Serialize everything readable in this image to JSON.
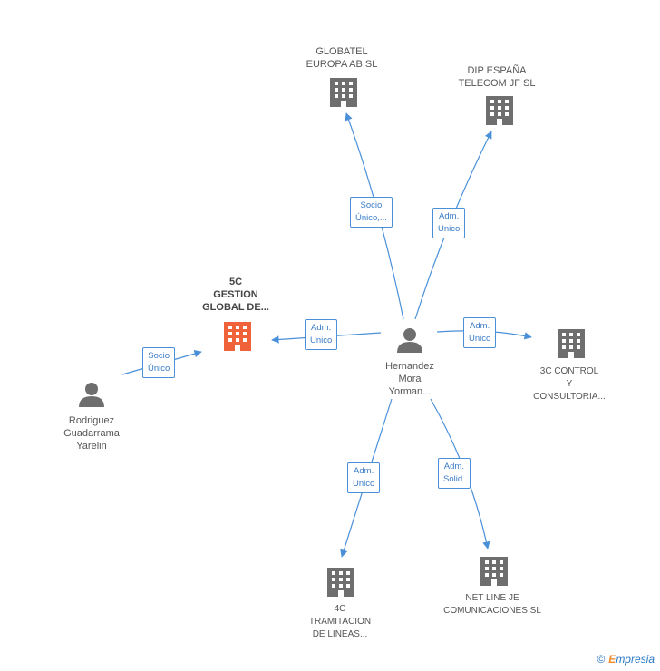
{
  "nodes": {
    "main_company": [
      "5C",
      "GESTION",
      "GLOBAL DE..."
    ],
    "person_center": [
      "Hernandez",
      "Mora",
      "Yorman..."
    ],
    "person_left": [
      "Rodriguez",
      "Guadarrama",
      "Yarelin"
    ],
    "globatel": [
      "GLOBATEL",
      "EUROPA AB SL"
    ],
    "dip_espana": [
      "DIP ESPAÑA",
      "TELECOM JF SL"
    ],
    "control_3c": [
      "3C CONTROL",
      "Y",
      "CONSULTORIA..."
    ],
    "tramitacion_4c": [
      "4C",
      "TRAMITACION",
      "DE LINEAS..."
    ],
    "netline": [
      "NET LINE JE",
      "COMUNICACIONES SL"
    ]
  },
  "edges": {
    "socio_unico_left": [
      "Socio",
      "Único"
    ],
    "adm_unico_main": [
      "Adm.",
      "Unico"
    ],
    "socio_unico_globatel": [
      "Socio",
      "Único,..."
    ],
    "adm_unico_dip": [
      "Adm.",
      "Unico"
    ],
    "adm_unico_3c": [
      "Adm.",
      "Unico"
    ],
    "adm_unico_4c": [
      "Adm.",
      "Unico"
    ],
    "adm_solid_netline": [
      "Adm.",
      "Solid."
    ]
  },
  "colors": {
    "edge": "#4a90d9",
    "building": "#6e6e6e",
    "building_main": "#f0623a",
    "person": "#6e6e6e"
  },
  "footer": {
    "copyright_symbol": "©",
    "brand_initial": "E",
    "brand_rest": "mpresia"
  }
}
